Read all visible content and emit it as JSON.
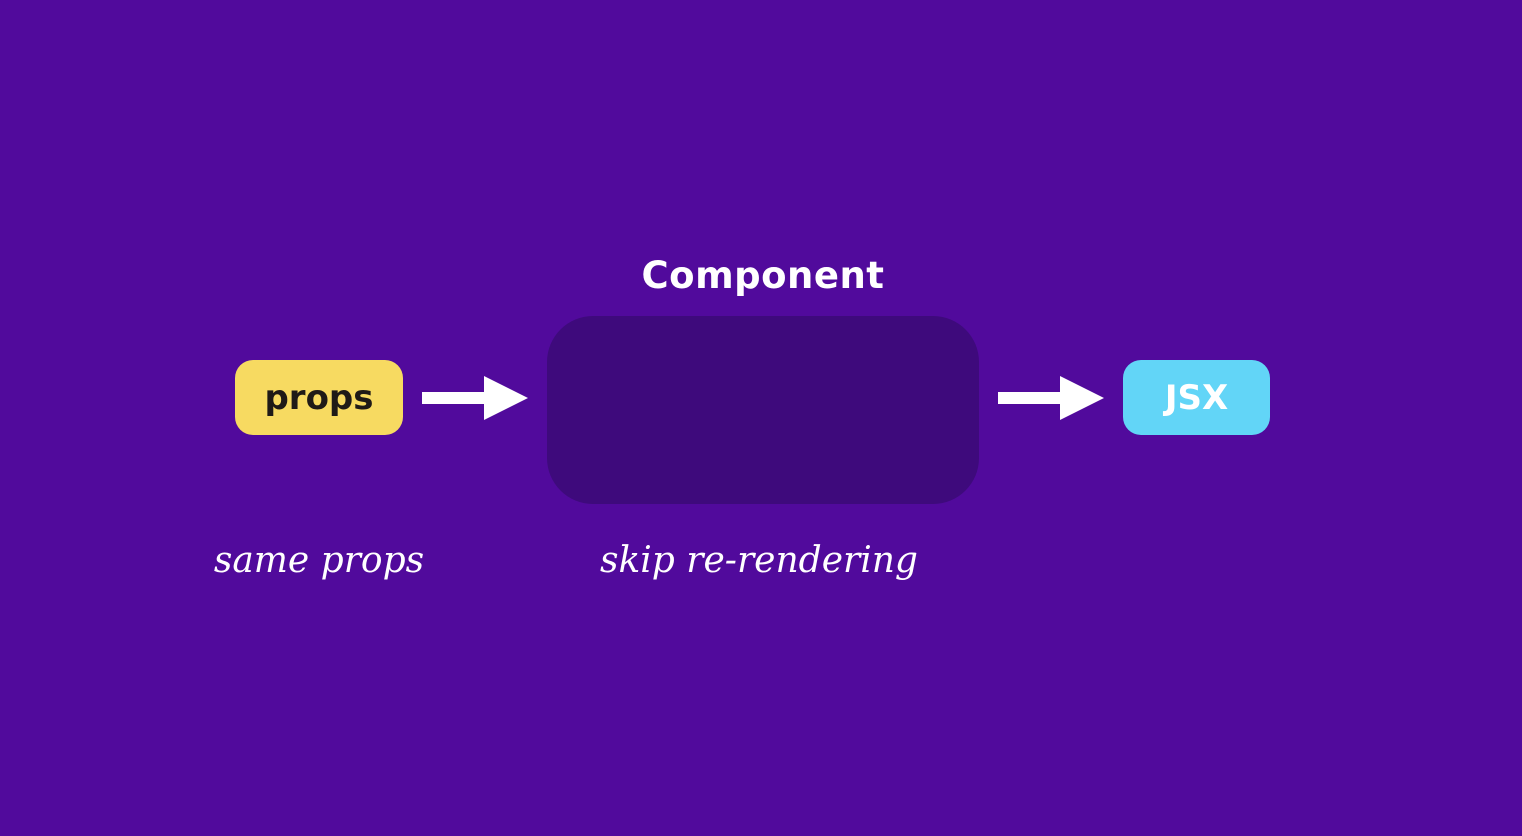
{
  "colors": {
    "background": "#510a9c",
    "component_box": "#3e0a7c",
    "props_pill": "#f7da61",
    "jsx_pill": "#62d5f7",
    "text_light": "#ffffff",
    "text_dark": "#1f1a17"
  },
  "component": {
    "title": "Component",
    "caption": "skip re-rendering"
  },
  "input": {
    "label": "props",
    "caption": "same props"
  },
  "output": {
    "label": "JSX"
  },
  "icons": {
    "arrow_in": "right-arrow-icon",
    "arrow_out": "right-arrow-icon"
  }
}
